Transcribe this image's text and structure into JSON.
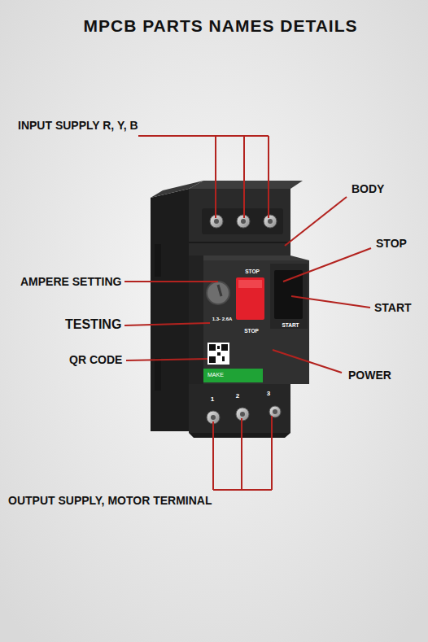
{
  "diagram": {
    "title": "MPCB PARTS NAMES DETAILS",
    "nodes": [
      {
        "text": [
          "MAKE"
        ]
      }
    ],
    "labels": [
      "INPUT SUPPLY R, Y, B",
      "BODY",
      "STOP",
      "AMPERE SETTING",
      "STOP",
      "START",
      "START",
      "1.3- 2.6A",
      "TESTING",
      "STOP",
      "QR CODE",
      "POWER",
      "1",
      "2",
      "3",
      "OUTPUT SUPPLY, MOTOR TERMINAL"
    ]
  }
}
